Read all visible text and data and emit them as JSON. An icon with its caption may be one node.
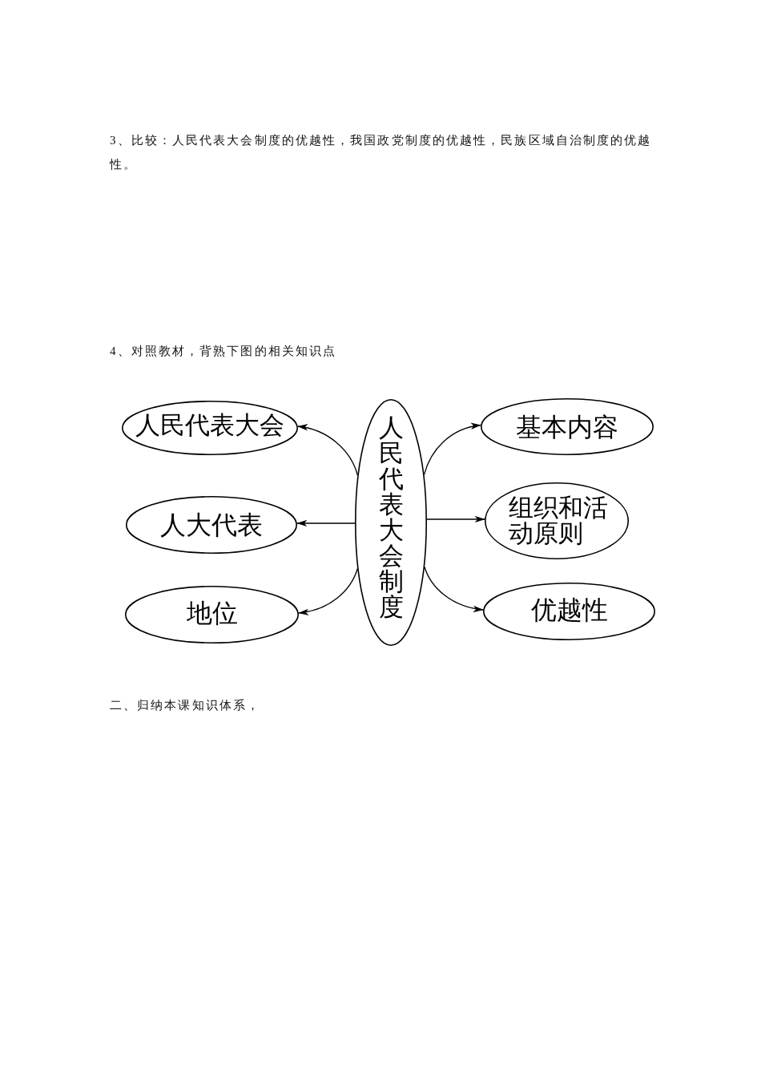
{
  "diagram": {
    "nodes": [
      {
        "text": [
          "人民代表大会制度"
        ]
      },
      {
        "text": [
          "人民代表大会"
        ]
      },
      {
        "text": [
          "人大代表"
        ]
      },
      {
        "text": [
          "地位"
        ]
      },
      {
        "text": [
          "基本内容"
        ]
      },
      {
        "text": [
          "组织和活动原则"
        ]
      },
      {
        "text": [
          "优越性"
        ]
      }
    ],
    "edges": [
      {
        "from": 0,
        "to": 1,
        "arrow": "to"
      },
      {
        "from": 0,
        "to": 2,
        "arrow": "to"
      },
      {
        "from": 0,
        "to": 3,
        "arrow": "to"
      },
      {
        "from": 0,
        "to": 4,
        "arrow": "to"
      },
      {
        "from": 0,
        "to": 5,
        "arrow": "to"
      },
      {
        "from": 0,
        "to": 6,
        "arrow": "to"
      }
    ],
    "labels": [
      "3、比较：人民代表大会制度的优越性，我国政党制度的优越性，民族区域自治制度的优越性。",
      "4、对照教材，背熟下图的相关知识点",
      "二、归纳本课知识体系，"
    ]
  }
}
